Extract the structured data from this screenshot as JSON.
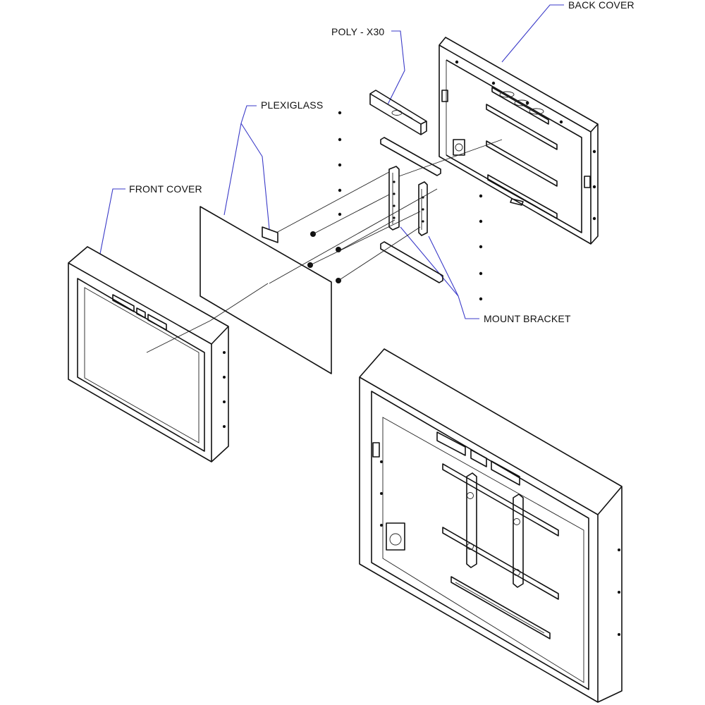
{
  "labels": {
    "back_cover": "BACK COVER",
    "poly_x30": "POLY - X30",
    "plexiglass": "PLEXIGLASS",
    "front_cover": "FRONT COVER",
    "mount_bracket": "MOUNT BRACKET"
  },
  "colors": {
    "line": "#111111",
    "leader": "#3a3ac8",
    "background": "#ffffff"
  }
}
